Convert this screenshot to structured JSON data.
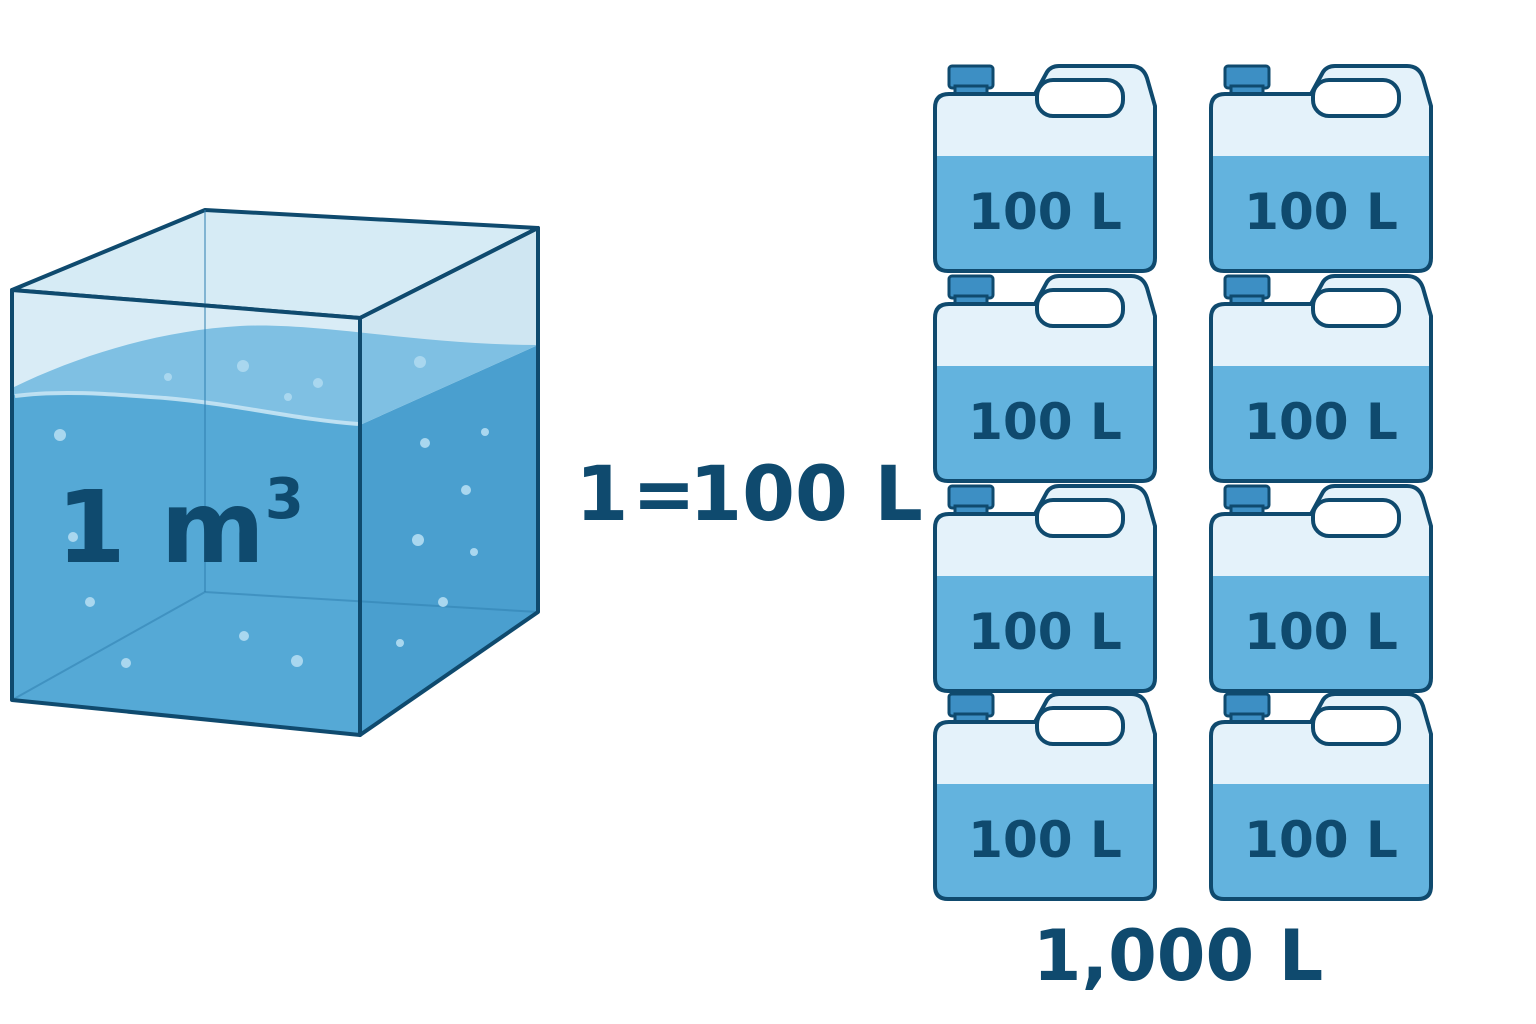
{
  "colors": {
    "navy": "#0f4a6e",
    "water_dark": "#4aa3d0",
    "water_mid": "#63b3de",
    "water_light": "#cfe6f2",
    "glass": "#e3f1f8",
    "cap": "#3d8fc4",
    "background": "#ffffff"
  },
  "cube": {
    "label_main": "1 m",
    "label_exp": "3",
    "icon": "water-cube-icon"
  },
  "equation": {
    "left": "1",
    "operator": "=",
    "right": "100 L"
  },
  "jugs": {
    "icon": "water-jug-icon",
    "items": [
      {
        "label": "100 L"
      },
      {
        "label": "100 L"
      },
      {
        "label": "100 L"
      },
      {
        "label": "100 L"
      },
      {
        "label": "100 L"
      },
      {
        "label": "100 L"
      },
      {
        "label": "100 L"
      },
      {
        "label": "100 L"
      }
    ]
  },
  "total": {
    "label": "1,000 L"
  }
}
